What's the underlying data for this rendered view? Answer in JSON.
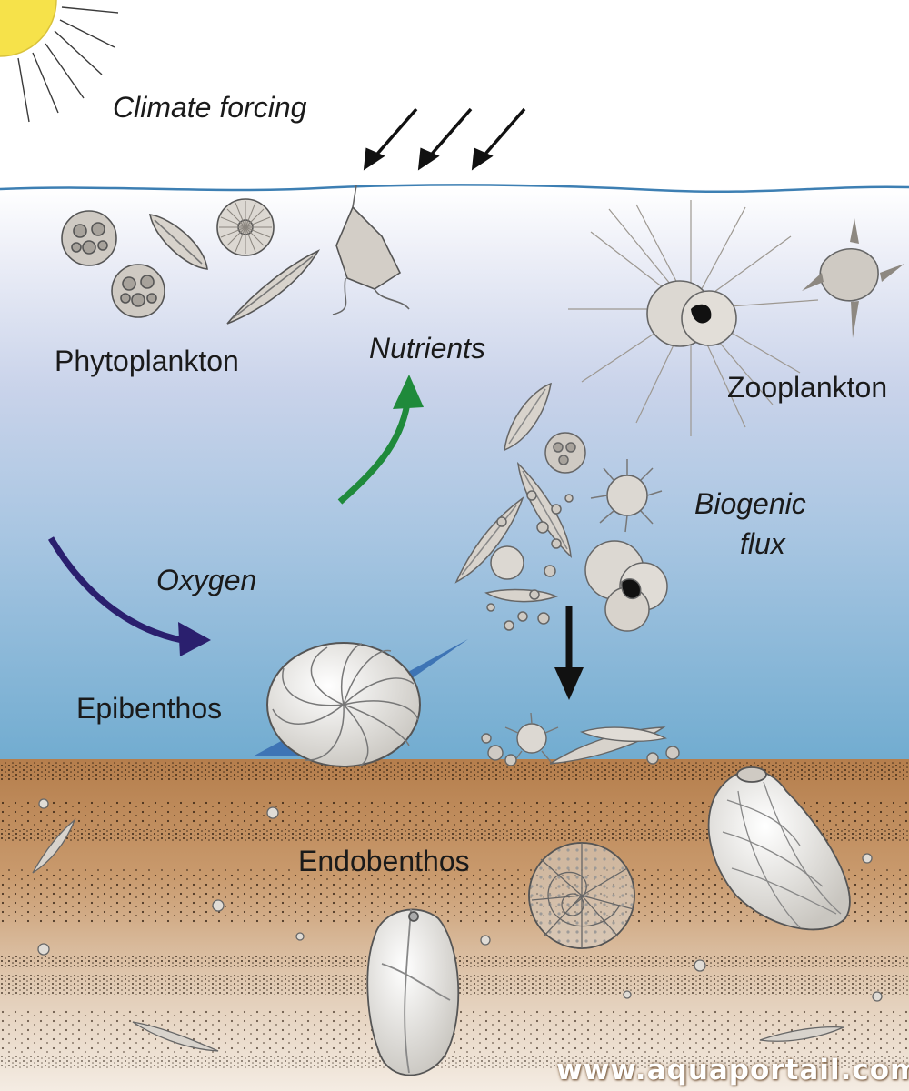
{
  "labels": {
    "climate_forcing": "Climate forcing",
    "phytoplankton": "Phytoplankton",
    "nutrients": "Nutrients",
    "zooplankton": "Zooplankton",
    "biogenic_flux_line1": "Biogenic",
    "biogenic_flux_line2": "flux",
    "oxygen": "Oxygen",
    "epibenthos": "Epibenthos",
    "endobenthos": "Endobenthos"
  },
  "watermark": "www.aquaportail.com",
  "colors": {
    "sun": "#f6e24a",
    "water_line": "#3d7fb3",
    "water_top": "#ffffff",
    "water_mid": "#b9cde4",
    "water_bottom": "#6fa9ce",
    "sediment_top": "#b8814f",
    "sediment_bottom": "#f0e6db",
    "nutrients_arrow": "#1f8a3b",
    "oxygen_arrow": "#2a1f6e",
    "flux_arrow": "#111111"
  },
  "icons": {
    "sun": "sun-icon",
    "climate_arrows": "arrow-down-left-icon",
    "organisms": "plankton-shell-icon"
  }
}
